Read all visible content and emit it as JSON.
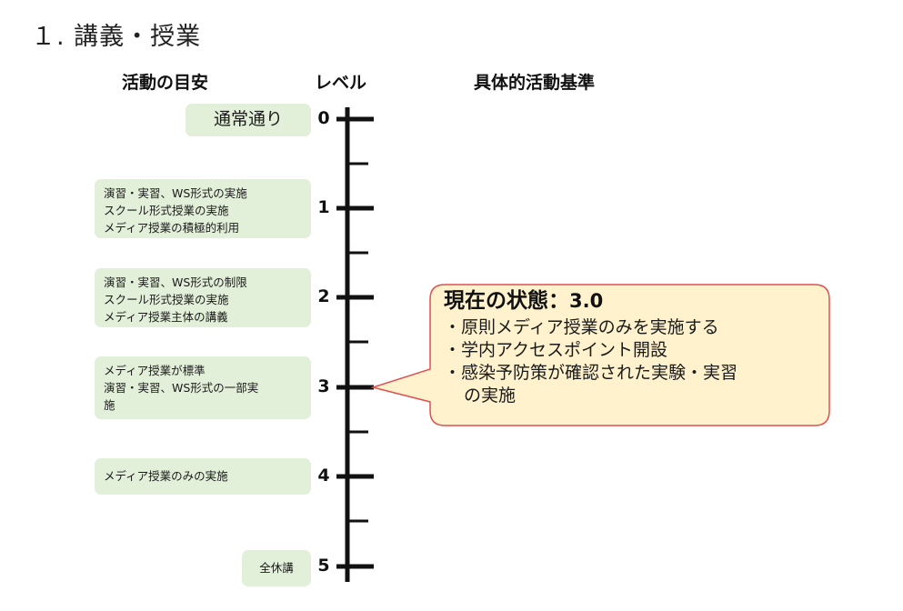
{
  "title": "１. 講義・授業",
  "headers": {
    "activity_guide": "活動の目安",
    "level": "レベル",
    "specific_criteria": "具体的活動基準"
  },
  "levels": [
    "0",
    "1",
    "2",
    "3",
    "4",
    "5"
  ],
  "level_boxes": [
    {
      "lines": [
        "通常通り"
      ]
    },
    {
      "lines": [
        "演習・実習、WS形式の実施",
        "スクール形式授業の実施",
        "メディア授業の積極的利用"
      ]
    },
    {
      "lines": [
        "演習・実習、WS形式の制限",
        "スクール形式授業の実施",
        "メディア授業主体の講義"
      ]
    },
    {
      "lines": [
        "メディア授業が標準",
        "演習・実習、WS形式の一部実",
        "施"
      ]
    },
    {
      "lines": [
        "メディア授業のみの実施"
      ]
    },
    {
      "lines": [
        "全休講"
      ]
    }
  ],
  "current_status": {
    "title": "現在の状態：",
    "value": "3.0",
    "items": [
      "・原則メディア授業のみを実施する",
      "・学内アクセスポイント開設",
      "・感染予防策が確認された実験・実習",
      "の実施"
    ]
  },
  "colors": {
    "box_fill": "#e2efd9",
    "callout_fill": "#fff2cc",
    "callout_border": "#e05050",
    "scale_line": "#111111"
  }
}
